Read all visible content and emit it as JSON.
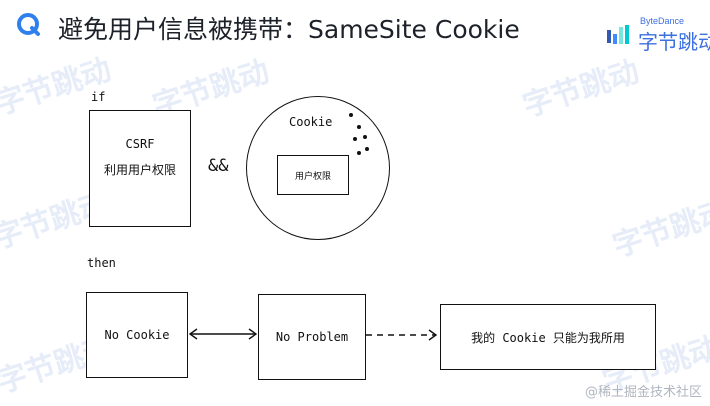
{
  "header": {
    "title": "避免用户信息被携带：SameSite Cookie",
    "brand_top": "ByteDance",
    "brand_name": "字节跳动",
    "logo_icon": "app-logo-icon"
  },
  "watermark": {
    "text": "字节跳动"
  },
  "diagram": {
    "if_label": "if",
    "csrf_title": "CSRF",
    "csrf_subtitle": "利用用户权限",
    "and_symbol": "&&",
    "cookie_title": "Cookie",
    "cookie_inner": "用户权限",
    "then_label": "then",
    "no_cookie": "No Cookie",
    "no_problem": "No Problem",
    "result": "我的 Cookie 只能为我所用"
  },
  "footer": {
    "text": "@稀土掘金技术社区"
  },
  "colors": {
    "brand_blue": "#3c6fe0",
    "title": "#1d2129",
    "ink": "#111111"
  }
}
